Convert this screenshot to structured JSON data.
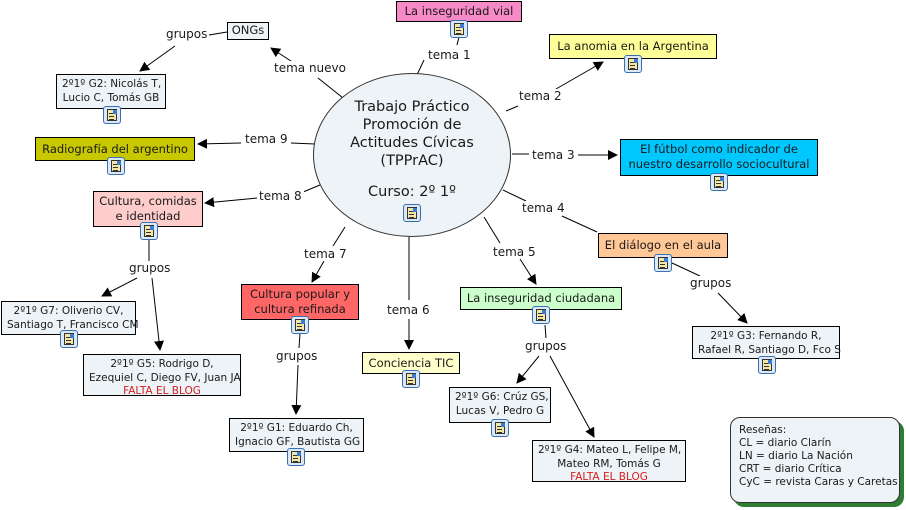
{
  "center": {
    "title_lines": [
      "Trabajo Práctico",
      "Promoción de",
      "Actitudes Cívicas",
      "(TPPrAC)"
    ],
    "course": "Curso: 2º 1º"
  },
  "topics": [
    {
      "id": "t1",
      "link": "tema 1",
      "label": "La inseguridad vial",
      "color": "#f58ac6"
    },
    {
      "id": "t2",
      "link": "tema 2",
      "label": "La anomia en la Argentina",
      "color": "#ffff99"
    },
    {
      "id": "t3",
      "link": "tema 3",
      "label_lines": [
        "El fútbol como indicador de",
        "nuestro desarrollo sociocultural"
      ],
      "color": "#00c8ff"
    },
    {
      "id": "t4",
      "link": "tema 4",
      "label": "El diálogo en el aula",
      "color": "#ffc896"
    },
    {
      "id": "t5",
      "link": "tema 5",
      "label": "La inseguridad ciudadana",
      "color": "#ccffcc"
    },
    {
      "id": "t6",
      "link": "tema 6",
      "label": "Conciencia TIC",
      "color": "#ffffcc"
    },
    {
      "id": "t7",
      "link": "tema 7",
      "label_lines": [
        "Cultura popular y",
        "cultura refinada"
      ],
      "color": "#ff6666"
    },
    {
      "id": "t8",
      "link": "tema 8",
      "label_lines": [
        "Cultura, comidas",
        "e identidad"
      ],
      "color": "#ffcccc"
    },
    {
      "id": "t9",
      "link": "tema 9",
      "label": "Radiografía del argentino",
      "color": "#c8c800"
    },
    {
      "id": "tn",
      "link": "tema nuevo",
      "label": "ONGs",
      "color": "#edf3f6"
    }
  ],
  "link_groups": "grupos",
  "groups": {
    "g1": [
      "2º1º G1: Eduardo Ch,",
      "Ignacio GF, Bautista GG"
    ],
    "g2": [
      "2º1º G2: Nicolás T,",
      "Lucio C, Tomás GB"
    ],
    "g3": [
      "2º1º G3: Fernando R,",
      "Rafael R, Santiago D, Fco S"
    ],
    "g4": [
      "2º1º G4: Mateo L, Felipe M,",
      "Mateo RM, Tomás G"
    ],
    "g5": [
      "2º1º G5: Rodrigo D,",
      "Ezequiel C, Diego FV, Juan JA"
    ],
    "g6": [
      "2º1º G6: Crúz GS,",
      "Lucas V, Pedro G"
    ],
    "g7": [
      "2º1º G7: Oliverio CV,",
      "Santiago T, Francisco CM"
    ]
  },
  "missing_blog": "FALTA EL BLOG",
  "legend": {
    "title": "Reseñas:",
    "items": [
      "CL = diario Clarín",
      "LN = diario La Nación",
      "CRT = diario Crítica",
      "CyC = revista Caras y Caretas"
    ]
  },
  "icons": {
    "resource": "document-image-icon"
  }
}
